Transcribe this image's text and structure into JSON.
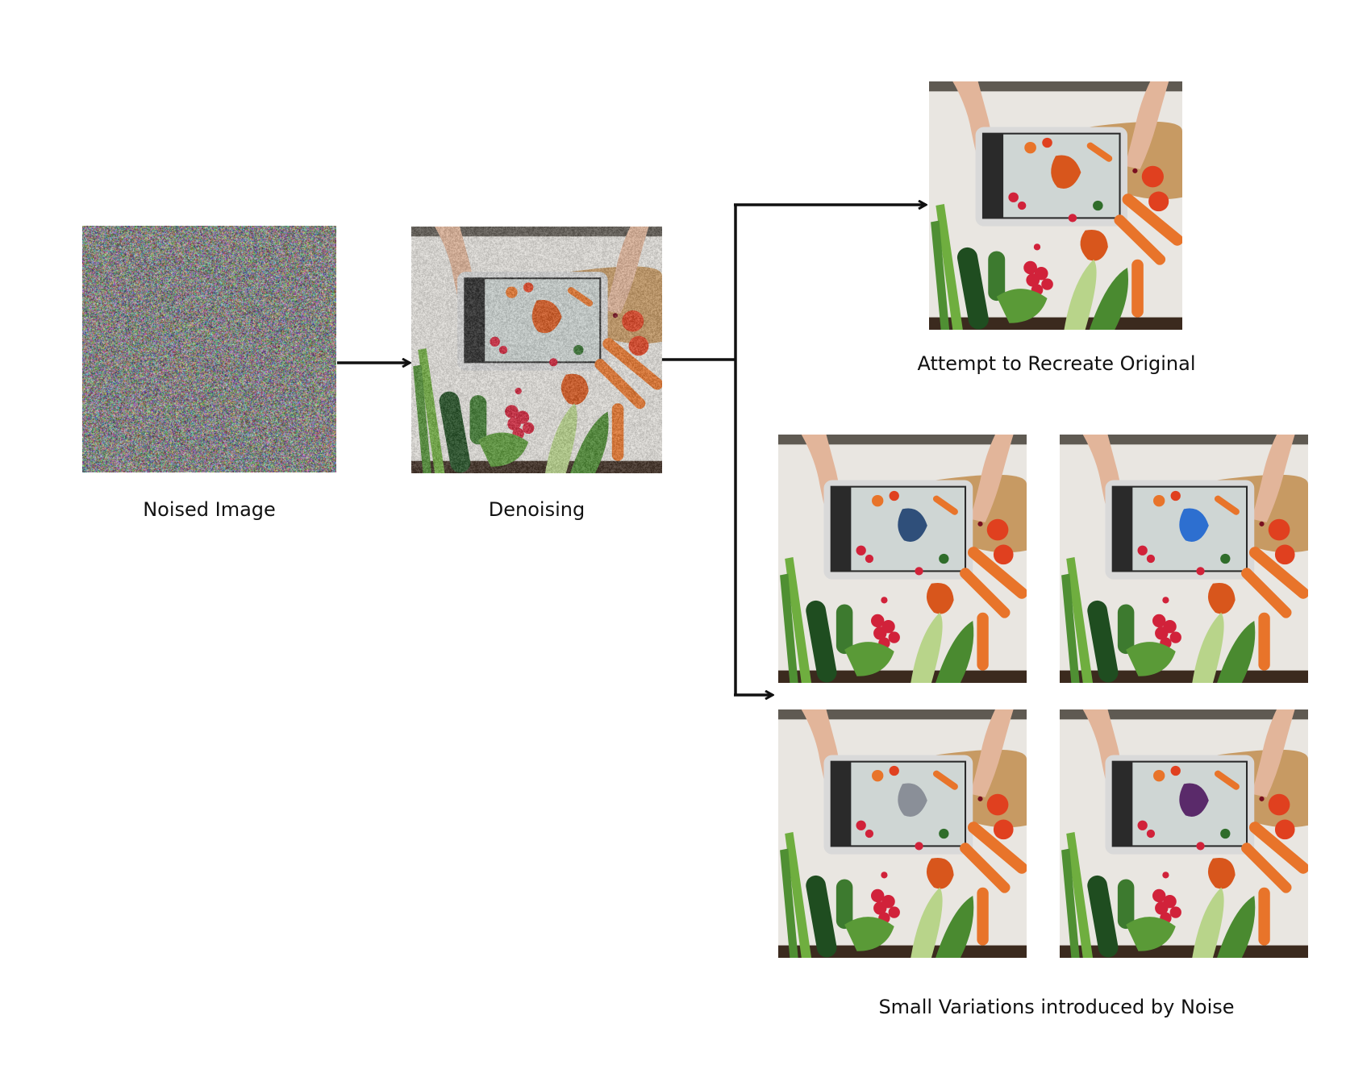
{
  "captions": {
    "noised": "Noised Image",
    "denoising": "Denoising",
    "recreate": "Attempt to Recreate Original",
    "variations": "Small Variations introduced by Noise"
  },
  "colors": {
    "arrow": "#111111",
    "table": "#e9e6e1",
    "board": "#c79a63",
    "tablet_frame": "#d9d9d9",
    "carrot": "#e8742a",
    "tomato": "#e0401f",
    "radish": "#d1223a",
    "green": "#2f6d2a",
    "leaf": "#6fae3f",
    "pepper": "#d8561c"
  }
}
